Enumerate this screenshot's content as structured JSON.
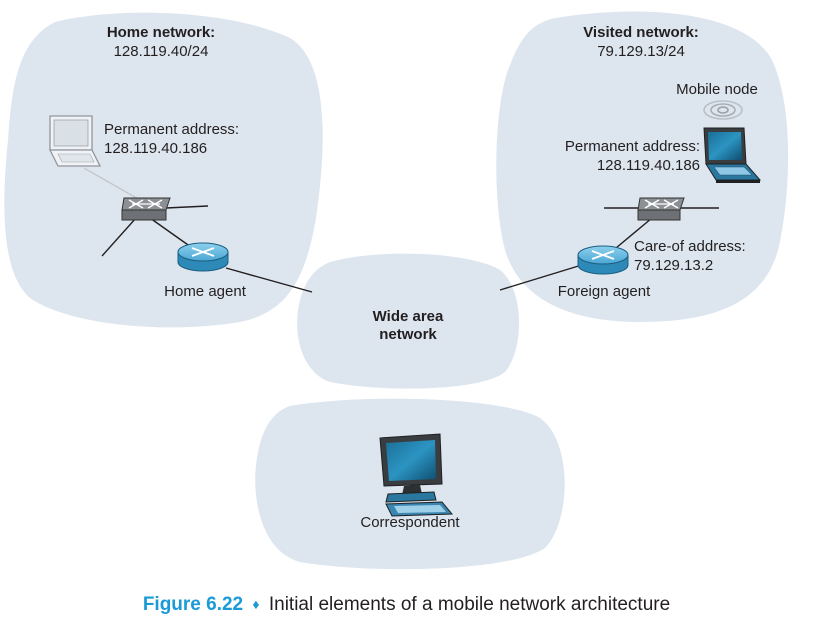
{
  "home_network": {
    "title": "Home network:",
    "subnet": "128.119.40/24",
    "perm_addr_label": "Permanent address:",
    "perm_addr_value": "128.119.40.186",
    "agent_label": "Home agent"
  },
  "visited_network": {
    "title": "Visited network:",
    "subnet": "79.129.13/24",
    "mobile_node_label": "Mobile node",
    "perm_addr_label": "Permanent address:",
    "perm_addr_value": "128.119.40.186",
    "careof_label": "Care-of address:",
    "careof_value": "79.129.13.2",
    "agent_label": "Foreign agent"
  },
  "wan": {
    "line1": "Wide area",
    "line2": "network"
  },
  "correspondent": {
    "label": "Correspondent"
  },
  "caption": {
    "figure_label": "Figure 6.22",
    "separator": "♦",
    "text": "Initial elements of a mobile network architecture"
  },
  "colors": {
    "cloud": "#dde6ef",
    "router": "#5fb3dc",
    "switch": "#8c8f93",
    "figure_label": "#1a9ad6"
  }
}
